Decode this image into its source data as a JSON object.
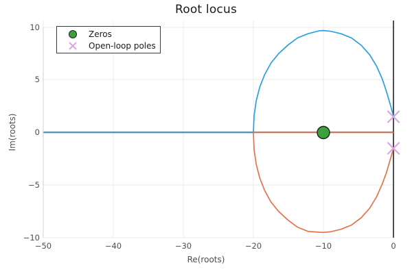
{
  "chart_data": {
    "type": "line",
    "title": "Root locus",
    "xlabel": "Re(roots)",
    "ylabel": "Im(roots)",
    "xlim": [
      -50,
      0
    ],
    "ylim": [
      -10,
      10
    ],
    "xticks": [
      "−50",
      "−40",
      "−30",
      "−20",
      "−10",
      "0"
    ],
    "xtick_values": [
      -50,
      -40,
      -30,
      -20,
      -10,
      0
    ],
    "yticks": [
      "10",
      "5",
      "0",
      "−5",
      "−10"
    ],
    "ytick_values": [
      10,
      5,
      0,
      -5,
      -10
    ],
    "grid": true,
    "legend_position": "upper-left",
    "legend": [
      {
        "label": "Zeros",
        "marker": "circle",
        "color": "#3ba23b"
      },
      {
        "label": "Open-loop poles",
        "marker": "x",
        "color": "#d9a6e0"
      }
    ],
    "series": [
      {
        "name": "locus-branch-upper",
        "color": "#2a9fe0",
        "points": [
          [
            -50,
            0
          ],
          [
            -44,
            0
          ],
          [
            -38,
            0
          ],
          [
            -32,
            0
          ],
          [
            -26,
            0
          ],
          [
            -22,
            0
          ],
          [
            -20.2,
            0
          ],
          [
            -20,
            0.0
          ],
          [
            -19.9,
            1.6
          ],
          [
            -19.6,
            3.0
          ],
          [
            -19.1,
            4.3
          ],
          [
            -18.4,
            5.5
          ],
          [
            -17.5,
            6.6
          ],
          [
            -16.4,
            7.5
          ],
          [
            -15.1,
            8.3
          ],
          [
            -13.7,
            9.0
          ],
          [
            -12.2,
            9.4
          ],
          [
            -10.6,
            9.68
          ],
          [
            -10.0,
            9.7
          ],
          [
            -9.0,
            9.64
          ],
          [
            -7.5,
            9.4
          ],
          [
            -6.0,
            9.0
          ],
          [
            -4.6,
            8.3
          ],
          [
            -3.4,
            7.4
          ],
          [
            -2.4,
            6.3
          ],
          [
            -1.6,
            5.1
          ],
          [
            -1.0,
            3.9
          ],
          [
            -0.6,
            3.0
          ],
          [
            -0.3,
            2.3
          ],
          [
            -0.1,
            1.8
          ],
          [
            0,
            1.5
          ]
        ]
      },
      {
        "name": "locus-branch-lower",
        "color": "#e8714a",
        "points": [
          [
            -20,
            0.0
          ],
          [
            -19.9,
            -1.6
          ],
          [
            -19.6,
            -3.0
          ],
          [
            -19.1,
            -4.3
          ],
          [
            -18.4,
            -5.5
          ],
          [
            -17.5,
            -6.6
          ],
          [
            -16.4,
            -7.5
          ],
          [
            -15.1,
            -8.3
          ],
          [
            -13.7,
            -9.0
          ],
          [
            -12.2,
            -9.4
          ],
          [
            -10.6,
            -9.48
          ],
          [
            -10.0,
            -9.5
          ],
          [
            -9.0,
            -9.44
          ],
          [
            -7.5,
            -9.2
          ],
          [
            -6.0,
            -8.8
          ],
          [
            -4.6,
            -8.1
          ],
          [
            -3.4,
            -7.2
          ],
          [
            -2.4,
            -6.1
          ],
          [
            -1.6,
            -4.9
          ],
          [
            -1.0,
            -3.8
          ],
          [
            -0.6,
            -2.9
          ],
          [
            -0.3,
            -2.2
          ],
          [
            -0.1,
            -1.75
          ],
          [
            0,
            -1.5
          ]
        ]
      },
      {
        "name": "real-axis-segment",
        "color": "#e8714a",
        "points": [
          [
            -20,
            0
          ],
          [
            -15,
            0
          ],
          [
            -10,
            0
          ],
          [
            -5,
            0
          ],
          [
            0,
            0
          ]
        ]
      }
    ],
    "zeros": [
      [
        -10,
        0
      ]
    ],
    "poles": [
      [
        0,
        1.5
      ],
      [
        0,
        -1.5
      ]
    ],
    "colors": {
      "branch_upper": "#2a9fe0",
      "branch_lower": "#e8714a",
      "zero_fill": "#3ba23b",
      "zero_edge": "#1f1f1f",
      "pole": "#d9a6e0",
      "grid": "#ebebeb",
      "frame": "#9a9a9a",
      "origin_axis": "#3a3a3a",
      "text": "#4d4d4d",
      "title": "#1a1a1a"
    }
  }
}
